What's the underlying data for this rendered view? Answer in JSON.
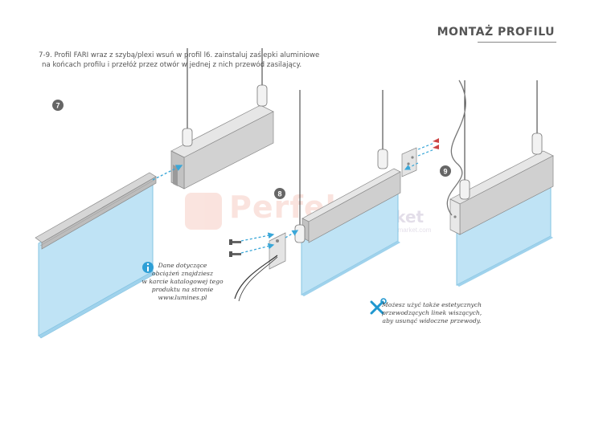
{
  "header": {
    "title": "MONTAŻ PROFILU"
  },
  "instruction": {
    "line1": "7-9. Profil FARI wraz z szybą/plexi wsuń w profil l6. zainstaluj zaślepki aluminiowe",
    "line2": "na końcach profilu i przełóż przez otwór w jednej z nich przewód zasilający."
  },
  "steps": [
    {
      "number": "7"
    },
    {
      "number": "8"
    },
    {
      "number": "9"
    }
  ],
  "notes": {
    "load_info": [
      "Dane dotyczące",
      "obciążeń znajdziesz",
      "w karcie katalogowej tego",
      "produktu na stronie",
      "www.lumines.pl"
    ],
    "cable_info": [
      "Możesz użyć także estetycznych",
      "przewodzących linek wiszących,",
      "aby usunąć widoczne przewody."
    ]
  },
  "icons": {
    "info": "info-icon",
    "tools": "tools-icon"
  },
  "watermark": {
    "brand": "Perfekt",
    "suffix": "market",
    "url": "www.perfektmarket.com"
  },
  "colors": {
    "accent": "#3aa7d8",
    "glass": "#bfe3f5",
    "glass_edge": "#86c4e2",
    "profile": "#d9d9d9",
    "profile_dark": "#b5b5b5",
    "badge": "#666666",
    "tools": "#1f97cf"
  }
}
